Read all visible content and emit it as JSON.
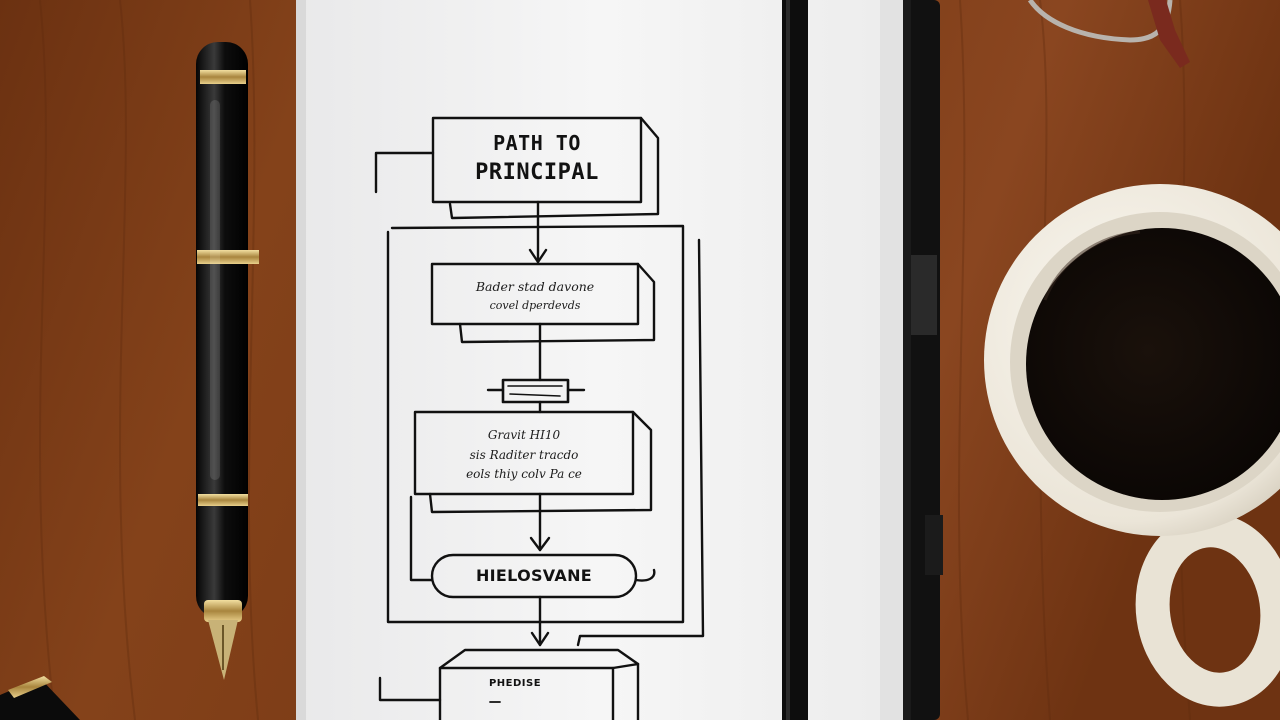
{
  "flowchart": {
    "title_lines": [
      "PATH TO",
      "PRINCIPAL"
    ],
    "box1_lines": [
      "Bader stad davone",
      "covel dperdevds"
    ],
    "box2_lines": [
      "Gravit HI10",
      "sis Raditer tracdo",
      "eols thiy colv Pa ce"
    ],
    "oval_label": "HIELOSVANE",
    "bottom_label": "PHEDISE"
  },
  "colors": {
    "desk": "#7a3b16",
    "page": "#f4f4f4",
    "ink": "#111111",
    "coffee": "#140d08",
    "mug": "#f3efe6"
  },
  "icons": [
    "fountain-pen-icon",
    "coffee-mug-icon",
    "eyeglasses-icon",
    "notebook-icon"
  ]
}
